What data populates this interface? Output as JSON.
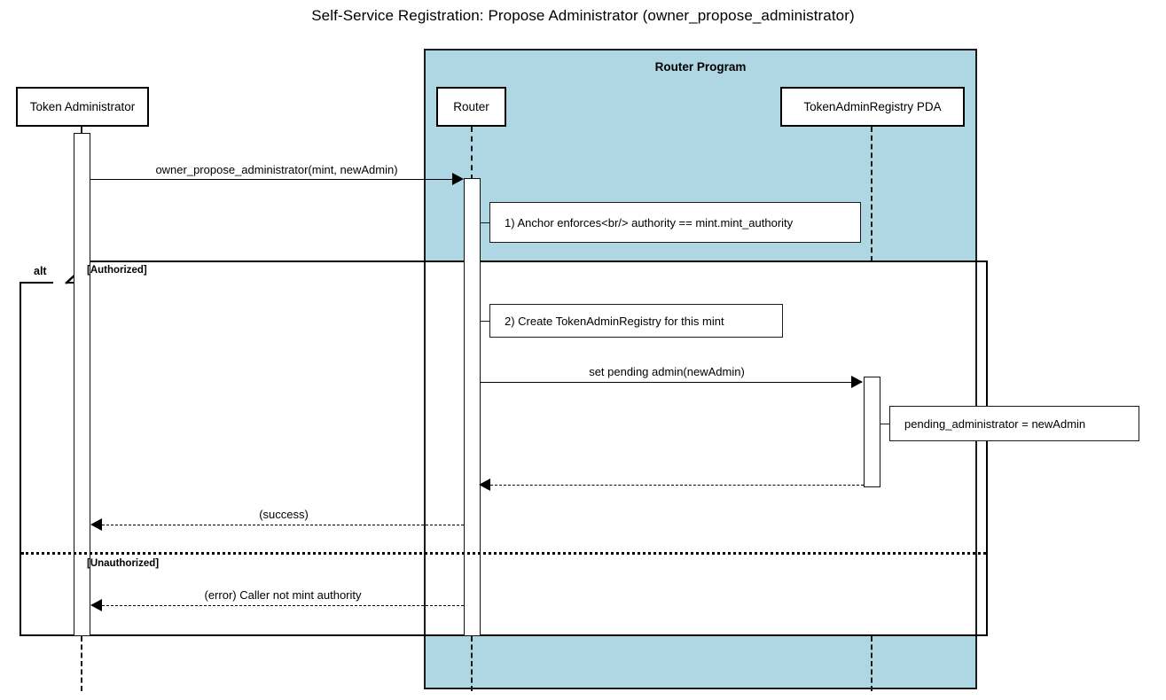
{
  "title": "Self-Service Registration: Propose Administrator (owner_propose_administrator)",
  "group": {
    "label": "Router Program",
    "fill_color": "#aed6e3",
    "border_color": "#1a1a1a"
  },
  "participants": [
    {
      "id": "token-administrator",
      "label": "Token Administrator"
    },
    {
      "id": "router",
      "label": "Router"
    },
    {
      "id": "token-admin-registry-pda",
      "label": "TokenAdminRegistry PDA"
    }
  ],
  "fragment": {
    "operator": "alt",
    "guards": [
      {
        "label": "[Authorized]"
      },
      {
        "label": "[Unauthorized]"
      }
    ]
  },
  "messages": [
    {
      "id": "msg-owner-propose-administrator",
      "label": "owner_propose_administrator(mint, newAdmin)",
      "from": "token-administrator",
      "to": "router",
      "style": "solid",
      "direction": "right"
    },
    {
      "id": "msg-set-pending-admin",
      "label": "set pending admin(newAdmin)",
      "from": "router",
      "to": "token-admin-registry-pda",
      "style": "solid",
      "direction": "right"
    },
    {
      "id": "msg-pda-return",
      "label": "",
      "from": "token-admin-registry-pda",
      "to": "router",
      "style": "dashed",
      "direction": "left"
    },
    {
      "id": "msg-success",
      "label": "(success)",
      "from": "router",
      "to": "token-administrator",
      "style": "dashed",
      "direction": "left"
    },
    {
      "id": "msg-error",
      "label": "(error) Caller not mint authority",
      "from": "router",
      "to": "token-administrator",
      "style": "dashed",
      "direction": "left"
    }
  ],
  "notes": [
    {
      "id": "note-anchor-enforces",
      "text": "1) Anchor enforces<br/> authority == mint.mint_authority"
    },
    {
      "id": "note-create-registry",
      "text": "2) Create TokenAdminRegistry for this mint"
    },
    {
      "id": "note-pending-administrator",
      "text": "pending_administrator = newAdmin"
    }
  ]
}
